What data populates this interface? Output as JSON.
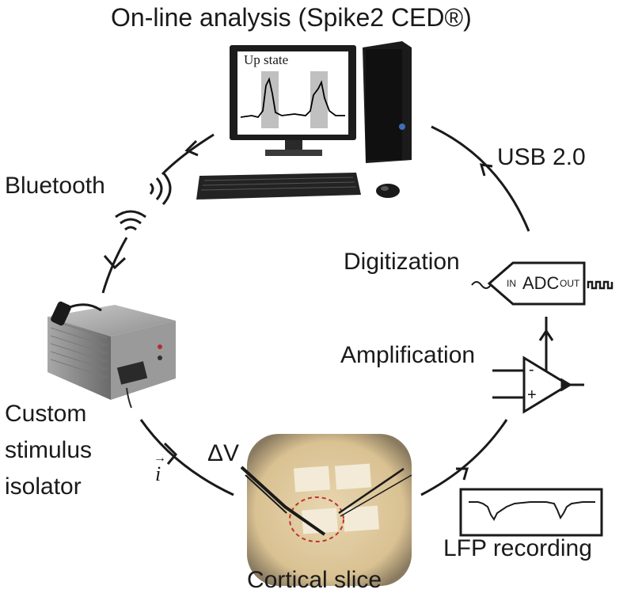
{
  "title": "On-line analysis (Spike2 CED®)",
  "monitor_label": "Up state",
  "labels": {
    "bluetooth": "Bluetooth",
    "usb": "USB 2.0",
    "digitization": "Digitization",
    "amplification": "Amplification",
    "stimulus_line1": "Custom",
    "stimulus_line2": "stimulus",
    "stimulus_line3": "isolator",
    "current_symbol": "i",
    "delta_v": "ΔV",
    "cortical_slice": "Cortical slice",
    "lfp_recording": "LFP recording"
  },
  "adc": {
    "in": "IN",
    "name": "ADC",
    "out": "OUT"
  },
  "opamp": {
    "minus": "-",
    "plus": "+"
  },
  "icons": [
    "computer-monitor",
    "tower-pc",
    "keyboard",
    "mouse",
    "bluetooth-waves-icon",
    "stimulus-isolator-box",
    "cortical-slice-photo",
    "adc-icon",
    "amplifier-icon",
    "lfp-trace"
  ]
}
